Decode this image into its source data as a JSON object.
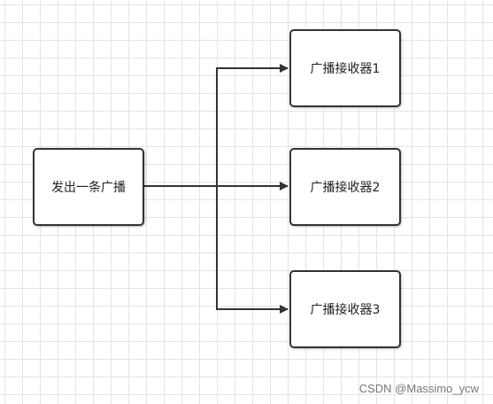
{
  "diagram": {
    "nodes": {
      "sender": "发出一条广播",
      "receiver1": "广播接收器1",
      "receiver2": "广播接收器2",
      "receiver3": "广播接收器3"
    },
    "edges": [
      {
        "from": "sender",
        "to": "receiver1"
      },
      {
        "from": "sender",
        "to": "receiver2"
      },
      {
        "from": "sender",
        "to": "receiver3"
      }
    ],
    "colors": {
      "line": "#333333",
      "grid": "#e4e4e4",
      "background": "#ffffff"
    }
  },
  "watermark": "CSDN @Massimo_ycw"
}
